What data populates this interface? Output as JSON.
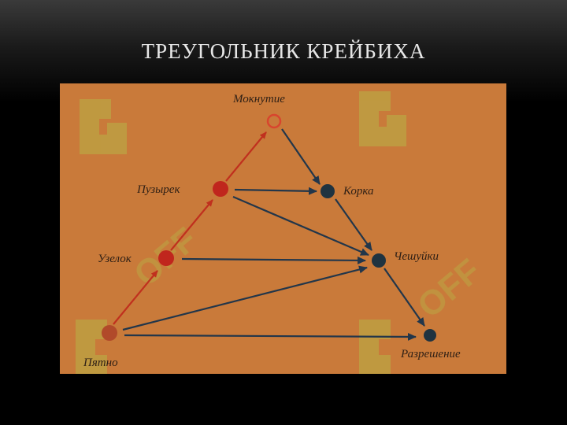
{
  "slide": {
    "title": "ТРЕУГОЛЬНИК КРЕЙБИХА"
  },
  "diagram": {
    "nodes": {
      "moknutie": "Мокнутие",
      "puzyrek": "Пузырек",
      "uzelok": "Узелок",
      "pyatno": "Пятно",
      "korka": "Корка",
      "cheshuyki": "Чешуйки",
      "razreshenie": "Разрешение"
    },
    "colors": {
      "background": "#c97a3a",
      "red_node": "#b8231c",
      "dark_node": "#1f3340",
      "red_arrow": "#c0301e",
      "dark_arrow": "#22364a",
      "watermark": "#b3bf4a"
    }
  }
}
